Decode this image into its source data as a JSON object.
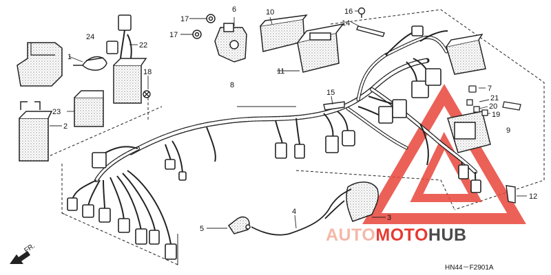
{
  "diagram": {
    "part_labels": {
      "p1": "1",
      "p2": "2",
      "p3": "3",
      "p4": "4",
      "p5": "5",
      "p6": "6",
      "p7": "7",
      "p8": "8",
      "p9": "9",
      "p10": "10",
      "p11": "11",
      "p12": "12",
      "p14": "14",
      "p15": "15",
      "p16": "16",
      "p17a": "17",
      "p17b": "17",
      "p18": "18",
      "p19": "19",
      "p20": "20",
      "p21": "21",
      "p22": "22",
      "p23": "23",
      "p24": "24"
    },
    "front_indicator": "FR.",
    "diagram_code": "HN44－F2901A"
  },
  "watermark": {
    "part1": "AUTO",
    "part2": "MOTO",
    "part3": "HUB",
    "colors": {
      "auto": "#f5b8a8",
      "moto": "#e53a32",
      "hub": "#4a4a4a",
      "triangle": "#e8463c"
    }
  }
}
